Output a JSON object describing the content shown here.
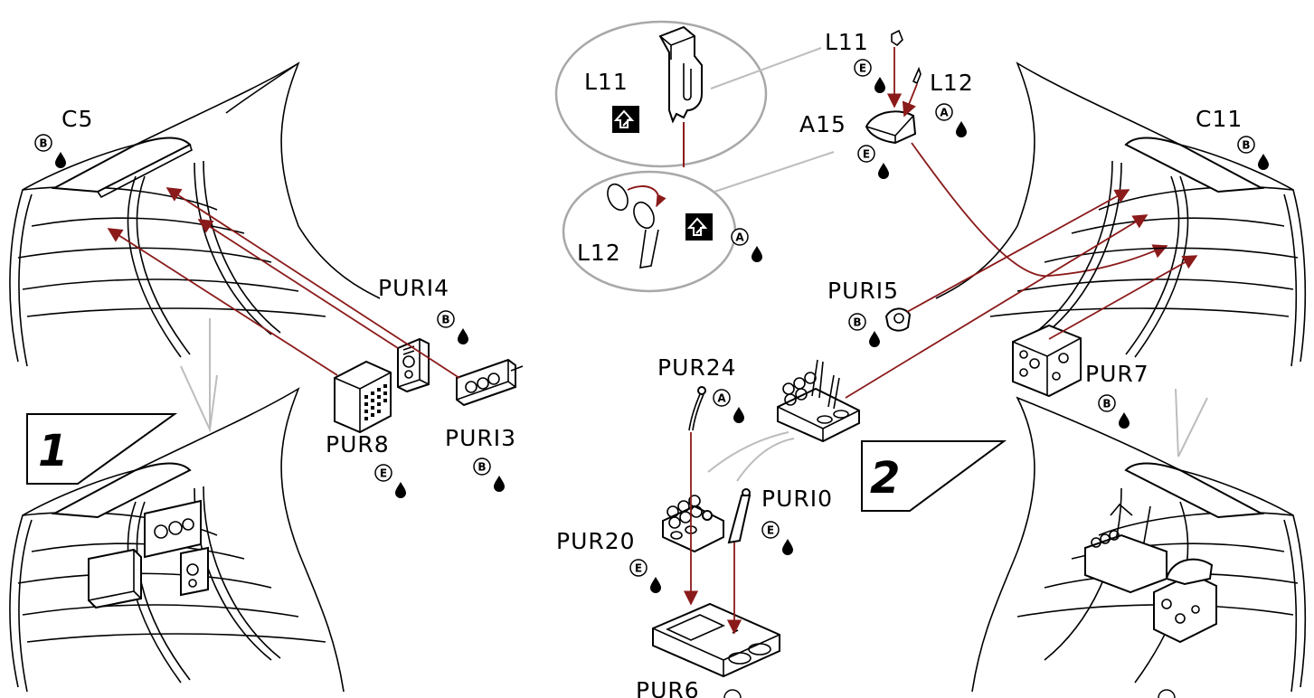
{
  "steps": [
    {
      "number": "1"
    },
    {
      "number": "2"
    }
  ],
  "parts": [
    {
      "code": "C5",
      "paint": "B"
    },
    {
      "code": "PURI4",
      "paint": "B"
    },
    {
      "code": "PUR8",
      "paint": "E"
    },
    {
      "code": "PURI3",
      "paint": "B"
    },
    {
      "code": "L11",
      "paint": "E"
    },
    {
      "code": "L12",
      "paint": "A"
    },
    {
      "code": "A15",
      "paint": "E"
    },
    {
      "code": "C11",
      "paint": "B"
    },
    {
      "code": "PURI5",
      "paint": "B"
    },
    {
      "code": "PUR24",
      "paint": "A"
    },
    {
      "code": "PUR7",
      "paint": "B"
    },
    {
      "code": "PURI0",
      "paint": "E"
    },
    {
      "code": "PUR20",
      "paint": "E"
    },
    {
      "code": "PUR6",
      "paint": ""
    }
  ],
  "callouts": [
    {
      "code": "L11"
    },
    {
      "code": "L12",
      "paint": "A"
    }
  ],
  "colors": {
    "assembly_arrow": "#8b1a1a",
    "guide_line": "#bdbdbd",
    "ink": "#000000"
  },
  "icons": [
    "paint-drop-icon",
    "flip-part-icon"
  ]
}
